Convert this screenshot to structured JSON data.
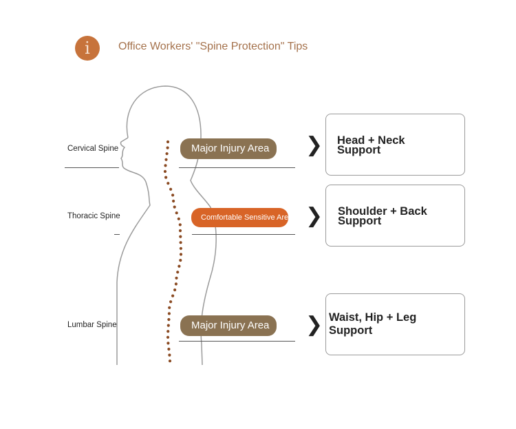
{
  "header": {
    "icon": "info-icon",
    "icon_glyph": "i",
    "title": "Office Workers' \"Spine Protection\" Tips"
  },
  "spine_labels": [
    "Cervical Spine",
    "Thoracic Spine",
    "Lumbar Spine"
  ],
  "areas": [
    {
      "label": "Major Injury Area",
      "kind": "major"
    },
    {
      "label": "Comfortable Sensitive Area",
      "kind": "sensitive"
    },
    {
      "label": "Major Injury Area",
      "kind": "major"
    }
  ],
  "supports": [
    {
      "line1": "Head + Neck",
      "line2": "Support"
    },
    {
      "line1": "Shoulder + Back",
      "line2": "Support"
    },
    {
      "line1": "Waist, Hip + Leg",
      "line2": "Support"
    }
  ],
  "colors": {
    "accent": "#c7733b",
    "title": "#a4714b",
    "major_pill": "#8a7252",
    "sensitive_pill": "#d86427",
    "spine_dots": "#8a4a22",
    "card_border": "#9a9a9a"
  }
}
